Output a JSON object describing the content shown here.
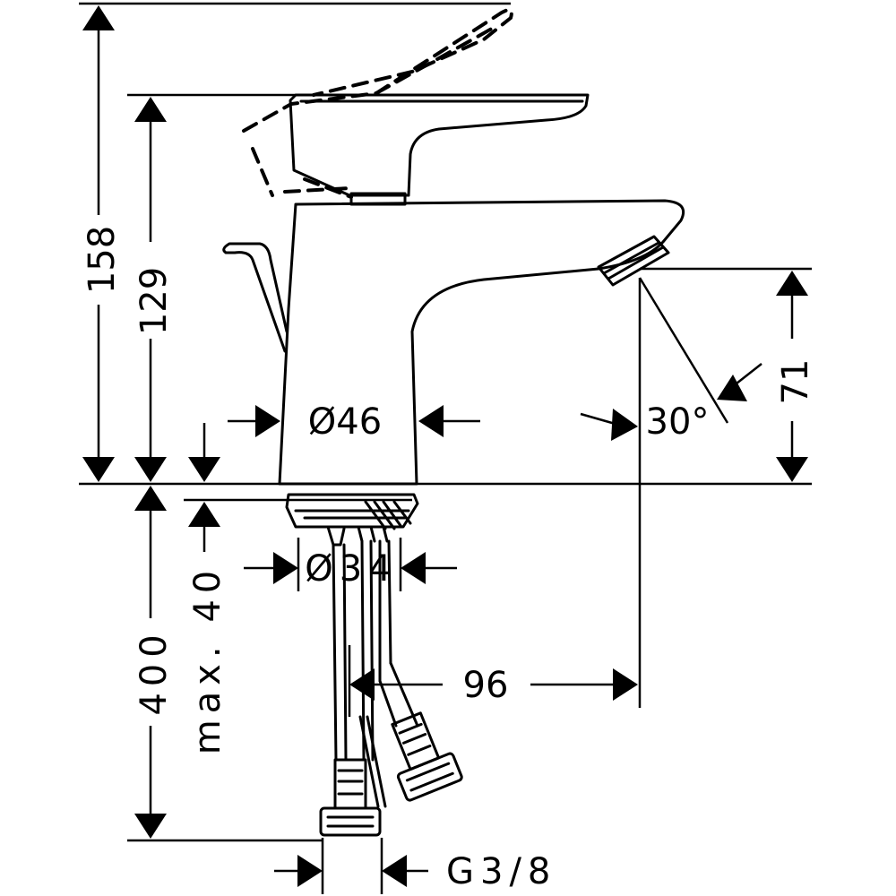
{
  "dimensions": {
    "height_total": "158",
    "height_lever": "129",
    "spout_height": "71",
    "spout_angle": "30°",
    "body_diameter": "Ø46",
    "hole_diameter": "Ø34",
    "hose_length": "400",
    "max_thickness": "max. 40",
    "projection": "96",
    "connection_thread": "G3/8"
  }
}
